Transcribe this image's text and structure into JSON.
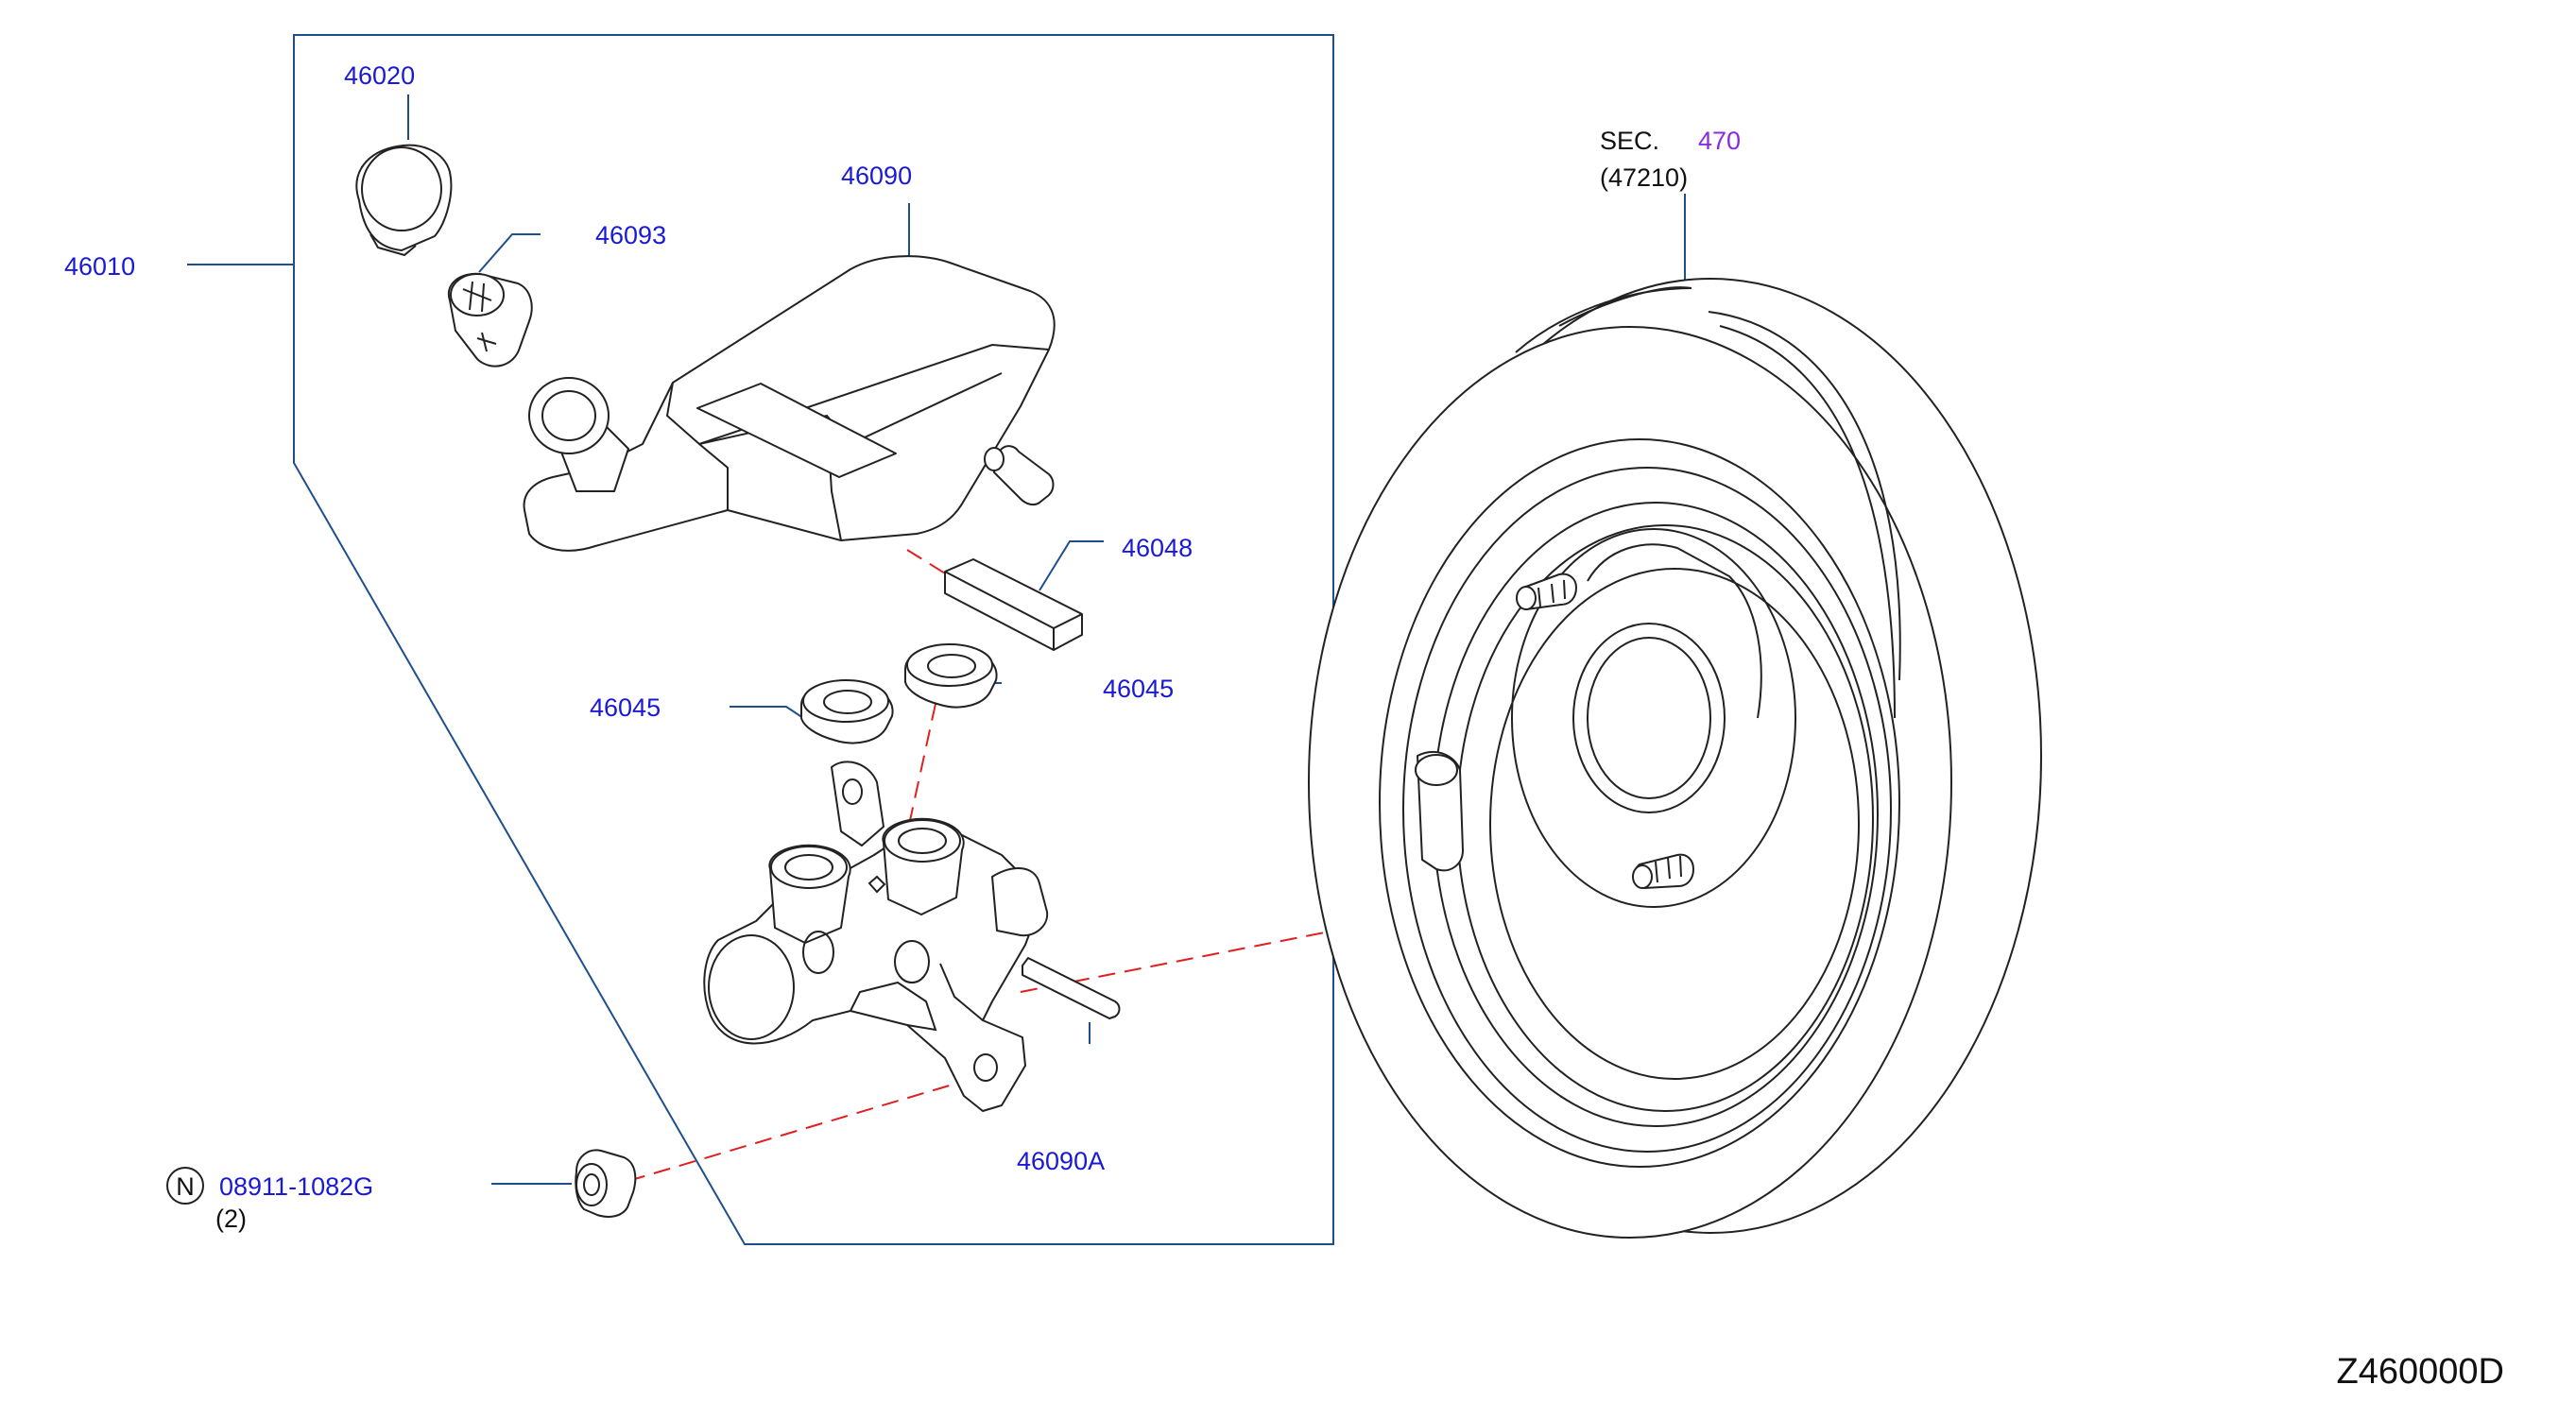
{
  "labels": {
    "assembly": "46010",
    "cap": "46020",
    "strainer": "46093",
    "reservoir": "46090",
    "sensor": "46048",
    "seal_left": "46045",
    "seal_right": "46045",
    "pin": "46090A",
    "nut_marker": "N",
    "nut_part": "08911-1082G",
    "nut_qty": "(2)",
    "sec_prefix": "SEC.",
    "sec_number": "470",
    "sec_sub": "(47210)",
    "diagram_code": "Z460000D"
  },
  "colors": {
    "part_number": "#1a1ad6",
    "section_link": "#8a2be2",
    "leader": "#1f4e8c",
    "dashed_guide": "#e02020",
    "outline": "#222222"
  }
}
